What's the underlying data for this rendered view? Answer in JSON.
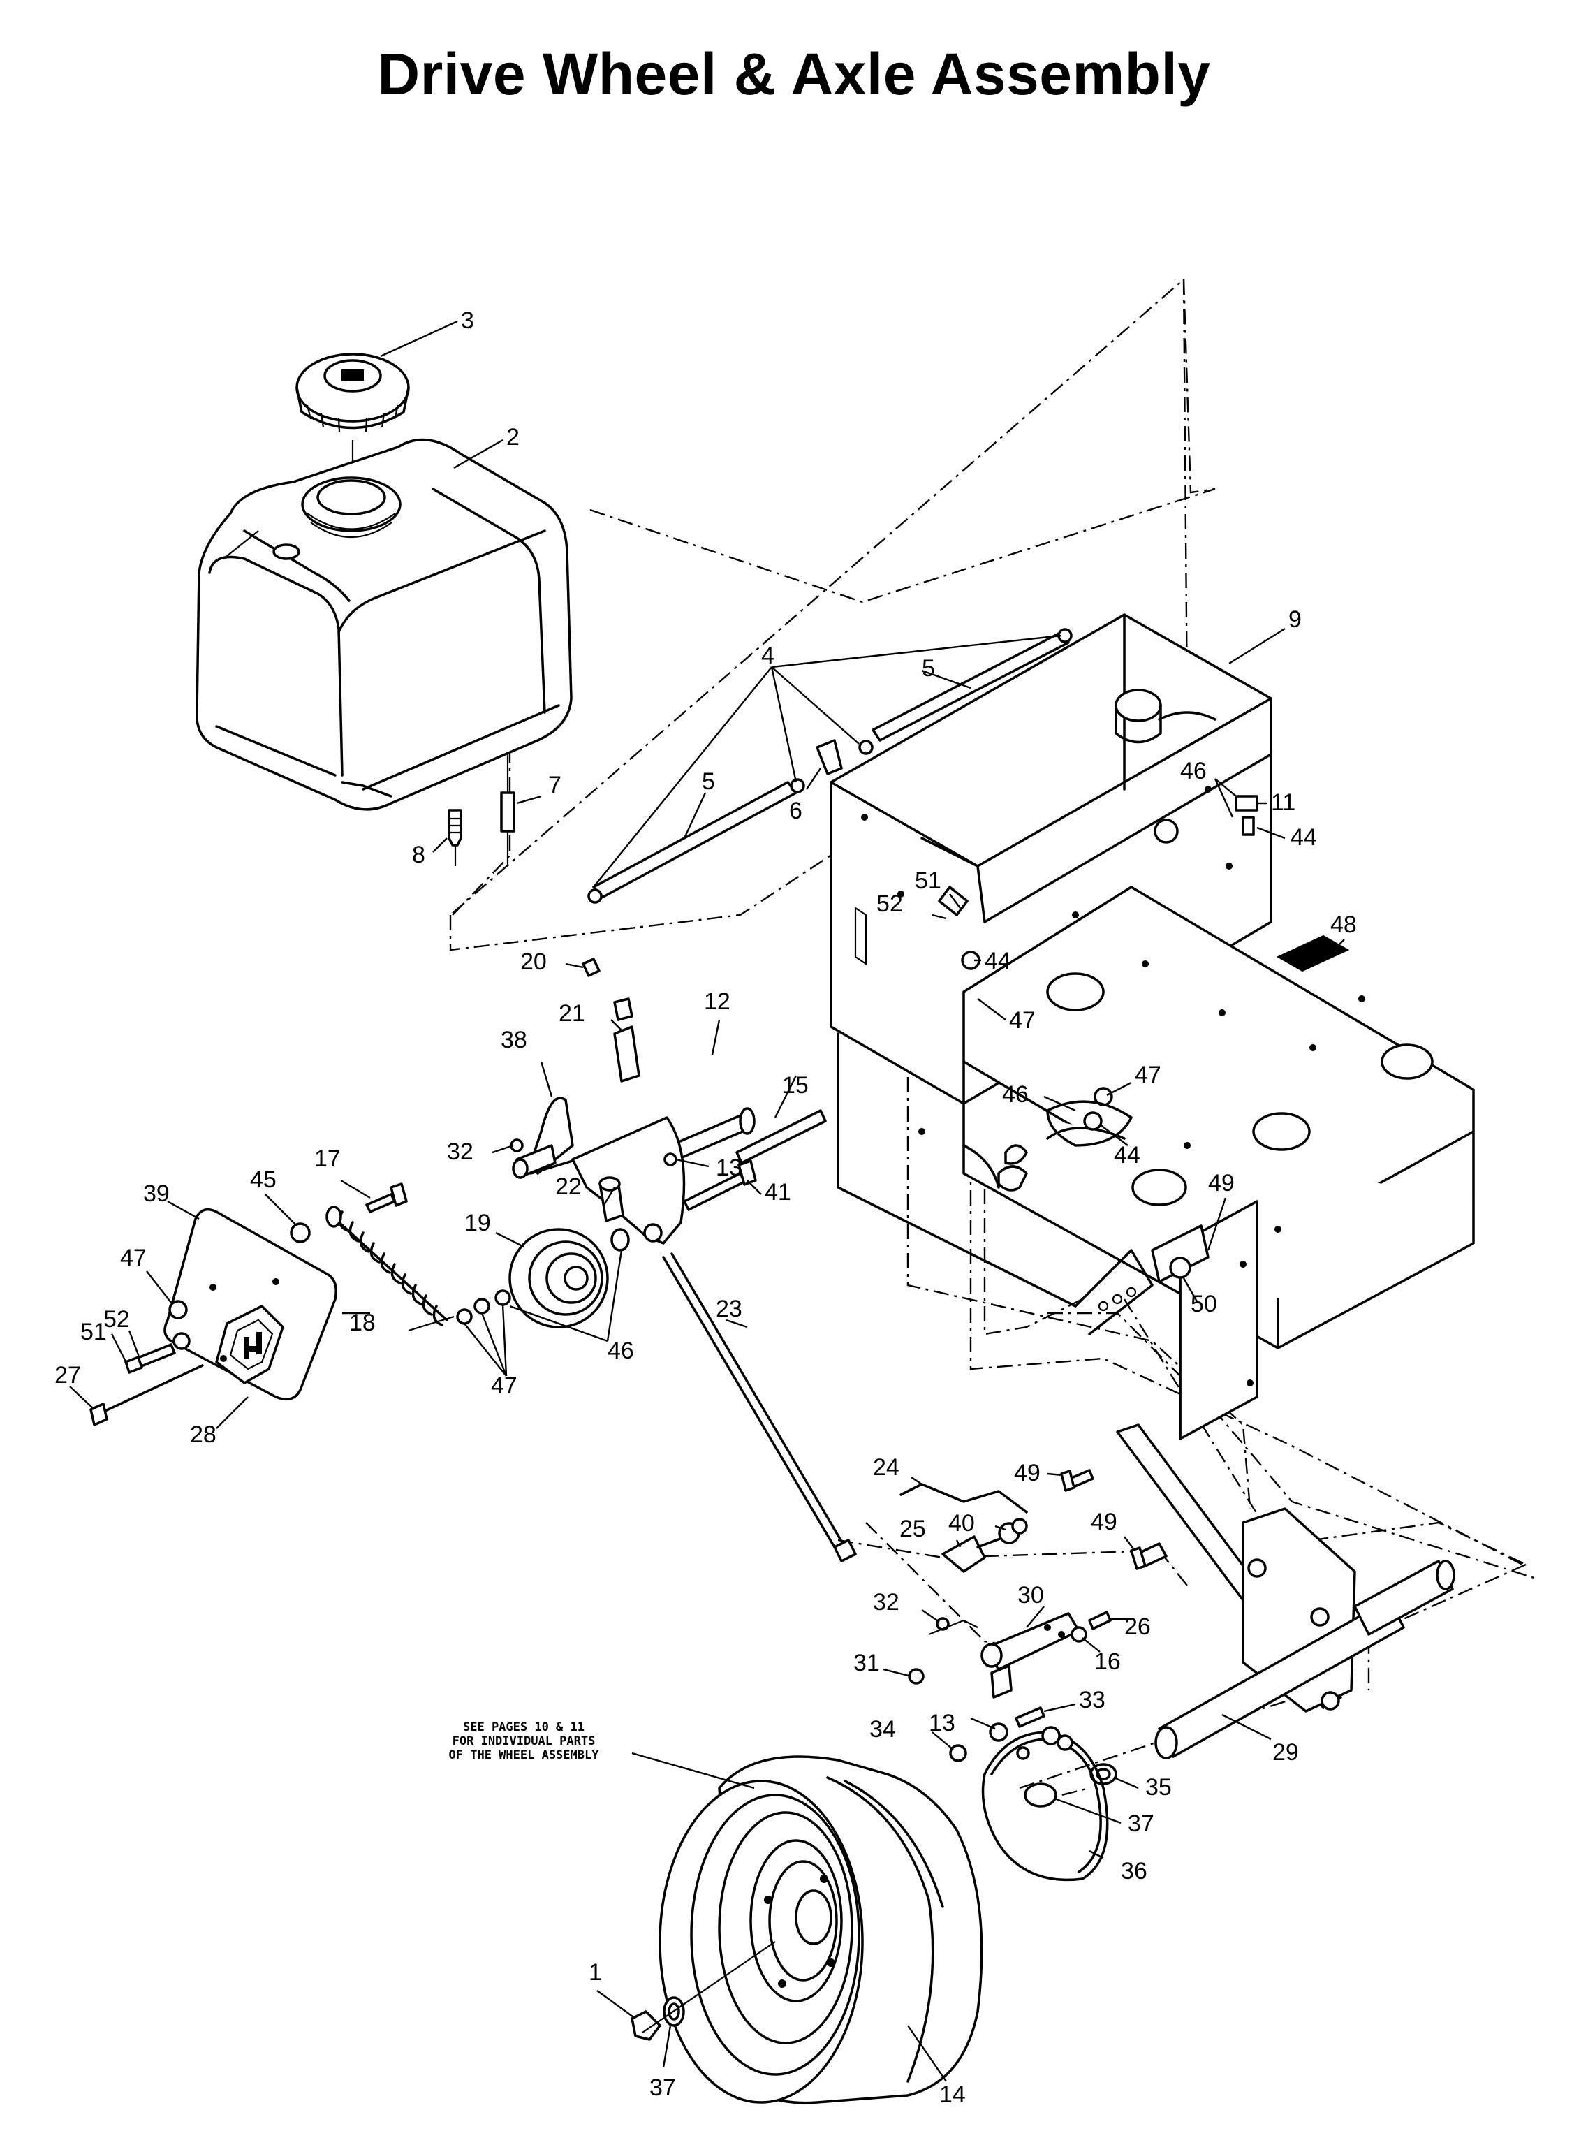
{
  "title": "Drive Wheel & Axle Assembly",
  "note": {
    "line1": "SEE PAGES 10 & 11",
    "line2": "FOR INDIVIDUAL PARTS",
    "line3": "OF THE WHEEL ASSEMBLY"
  },
  "callouts": {
    "c3": "3",
    "c2": "2",
    "c9": "9",
    "c4": "4",
    "c5a": "5",
    "c5b": "5",
    "c6": "6",
    "c7": "7",
    "c8": "8",
    "c46a": "46",
    "c11": "11",
    "c44a": "44",
    "c48": "48",
    "c51a": "51",
    "c52a": "52",
    "c44b": "44",
    "c47a": "47",
    "c20": "20",
    "c21": "21",
    "c12": "12",
    "c15": "15",
    "c38": "38",
    "c32a": "32",
    "c13a": "13",
    "c47b": "47",
    "c46b": "46",
    "c44c": "44",
    "c17": "17",
    "c45": "45",
    "c39": "39",
    "c47c": "47",
    "c22": "22",
    "c41": "41",
    "c19": "19",
    "c49a": "49",
    "c50": "50",
    "c18": "18",
    "c52b": "52",
    "c51b": "51",
    "c27": "27",
    "c28": "28",
    "c46c": "46",
    "c47d": "47",
    "c23": "23",
    "c24": "24",
    "c49b": "49",
    "c25": "25",
    "c40": "40",
    "c49c": "49",
    "c30": "30",
    "c32b": "32",
    "c26": "26",
    "c31": "31",
    "c16": "16",
    "c34": "34",
    "c13b": "13",
    "c33": "33",
    "c29": "29",
    "c35": "35",
    "c37a": "37",
    "c36": "36",
    "c1": "1",
    "c37b": "37",
    "c14": "14"
  }
}
